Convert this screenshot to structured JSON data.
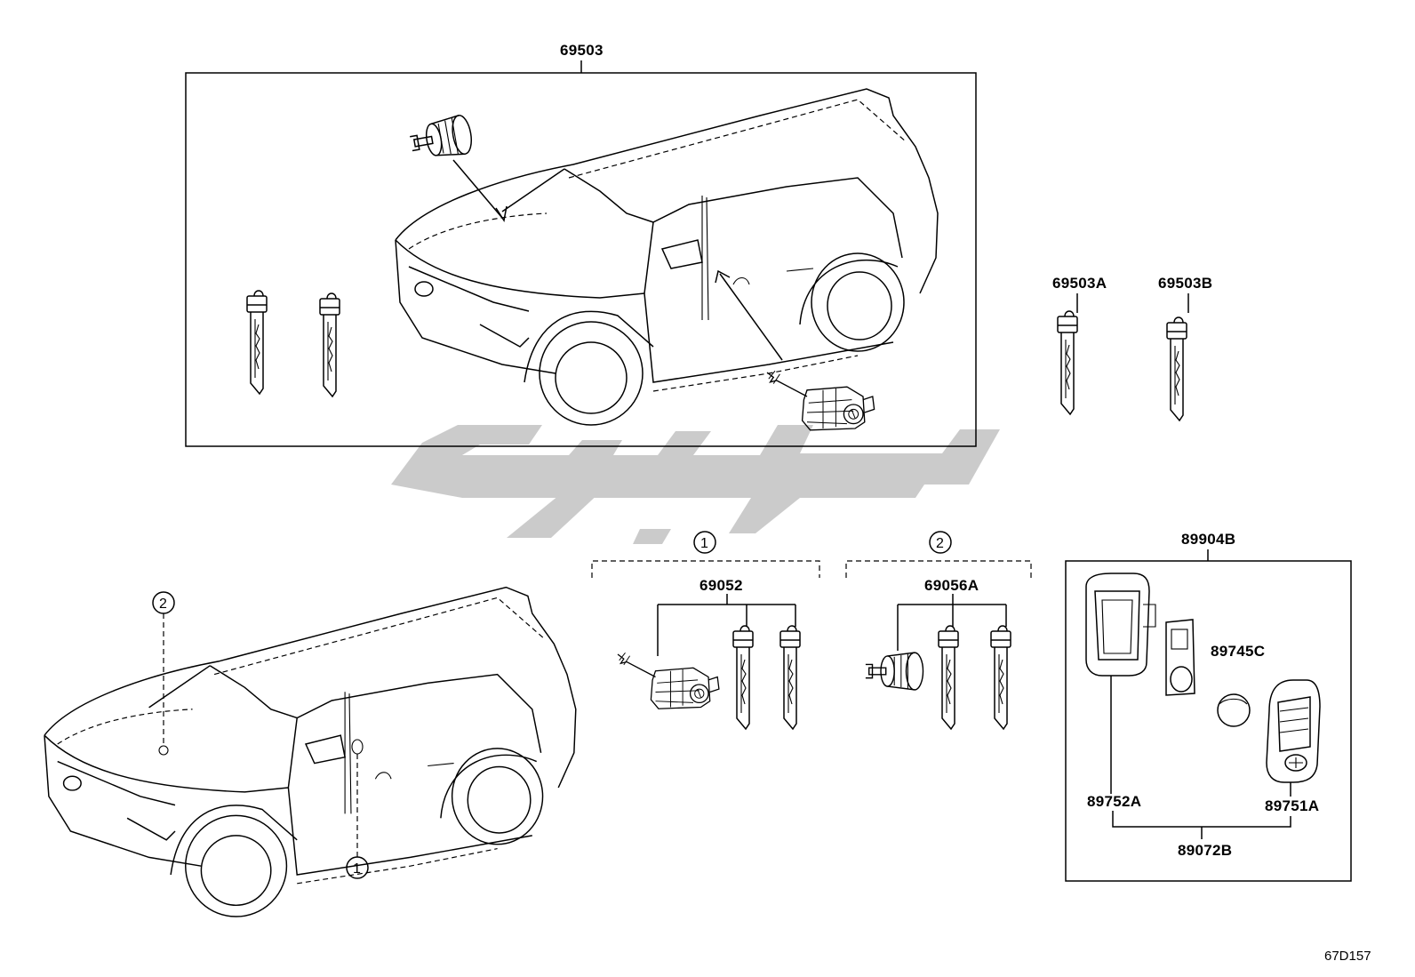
{
  "labels": {
    "assy_main": "69503",
    "key_a": "69503A",
    "key_b": "69503B",
    "cyl_set_1": "69052",
    "cyl_set_2": "69056A",
    "remote_set": "89904B",
    "case": "89752A",
    "battery": "89745C",
    "transmitter": "89751A",
    "transmitter_assy": "89072B"
  },
  "callouts": {
    "one": "1",
    "two": "2"
  },
  "figure_ref": "67D157",
  "watermark_color": "#cbcbcb"
}
